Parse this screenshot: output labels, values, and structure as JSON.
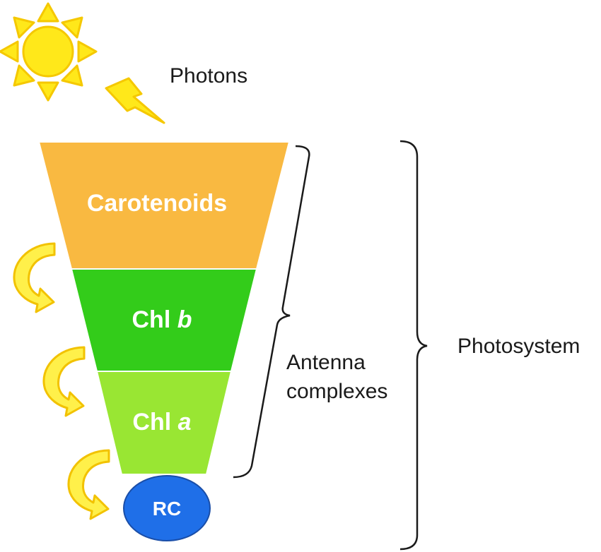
{
  "photons_label": "Photons",
  "layers": [
    {
      "name": "Carotenoids",
      "suffix": "",
      "color": "#f9b941"
    },
    {
      "name": "Chl ",
      "suffix": "b",
      "color": "#33cc1a"
    },
    {
      "name": "Chl ",
      "suffix": "a",
      "color": "#99e633"
    }
  ],
  "reaction_center": {
    "label": "RC",
    "color": "#1f6fe8"
  },
  "antenna_label_line1": "Antenna",
  "antenna_label_line2": "complexes",
  "photosystem_label": "Photosystem",
  "colors": {
    "sun_fill": "#ffe81a",
    "sun_stroke": "#f5c800",
    "arrow_fill": "#fff04a",
    "arrow_stroke": "#f2c200",
    "bracket": "#1a1a1a"
  }
}
